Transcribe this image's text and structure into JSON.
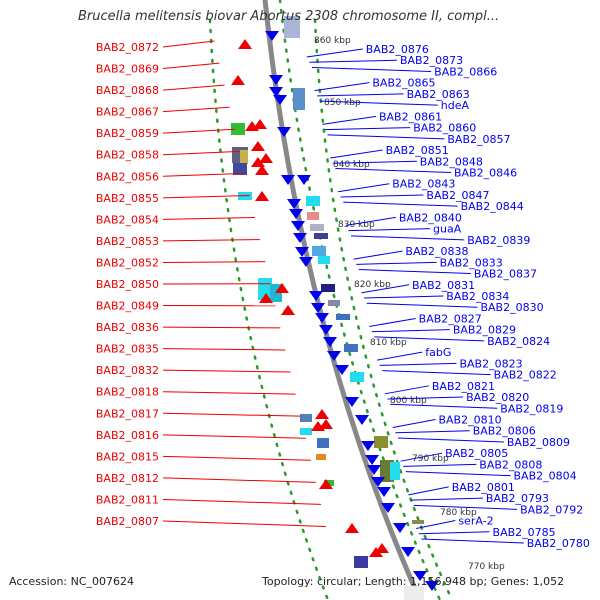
{
  "title": "Brucella melitensis biovar Abortus 2308 chromosome II, compl...",
  "footer": {
    "accession": "Accession: NC_007624",
    "summary": "Topology: circular; Length: 1,156,948 bp; Genes: 1,052"
  },
  "colors": {
    "forward_gene": "#ee0000",
    "reverse_gene": "#0000ee",
    "feature_cyan": "#22dded",
    "feature_green": "#33bb33",
    "feature_navy": "#202080",
    "backbone": "#888888",
    "ring_dots": "#2a9a2a"
  },
  "kbp_ticks": [
    "860 kbp",
    "850 kbp",
    "840 kbp",
    "830 kbp",
    "820 kbp",
    "810 kbp",
    "800 kbp",
    "790 kbp",
    "780 kbp",
    "770 kbp"
  ],
  "left_labels": [
    "BAB2_0872",
    "BAB2_0869",
    "BAB2_0868",
    "BAB2_0867",
    "BAB2_0859",
    "BAB2_0858",
    "BAB2_0856",
    "BAB2_0855",
    "BAB2_0854",
    "BAB2_0853",
    "BAB2_0852",
    "BAB2_0850",
    "BAB2_0849",
    "BAB2_0836",
    "BAB2_0835",
    "BAB2_0832",
    "BAB2_0818",
    "BAB2_0817",
    "BAB2_0816",
    "BAB2_0815",
    "BAB2_0812",
    "BAB2_0811",
    "BAB2_0807"
  ],
  "right_labels": [
    "BAB2_0876",
    "BAB2_0873",
    "BAB2_0866",
    "BAB2_0865",
    "BAB2_0863",
    "hdeA",
    "BAB2_0861",
    "BAB2_0860",
    "BAB2_0857",
    "BAB2_0851",
    "BAB2_0848",
    "BAB2_0846",
    "BAB2_0843",
    "BAB2_0847",
    "BAB2_0844",
    "BAB2_0840",
    "guaA",
    "BAB2_0839",
    "BAB2_0838",
    "BAB2_0833",
    "BAB2_0837",
    "BAB2_0831",
    "BAB2_0834",
    "BAB2_0830",
    "BAB2_0827",
    "BAB2_0829",
    "BAB2_0824",
    "fabG",
    "BAB2_0823",
    "BAB2_0822",
    "BAB2_0821",
    "BAB2_0820",
    "BAB2_0819",
    "BAB2_0810",
    "BAB2_0806",
    "BAB2_0809",
    "BAB2_0805",
    "BAB2_0808",
    "BAB2_0804",
    "BAB2_0801",
    "BAB2_0793",
    "BAB2_0792",
    "serA-2",
    "BAB2_0785",
    "BAB2_0780"
  ]
}
